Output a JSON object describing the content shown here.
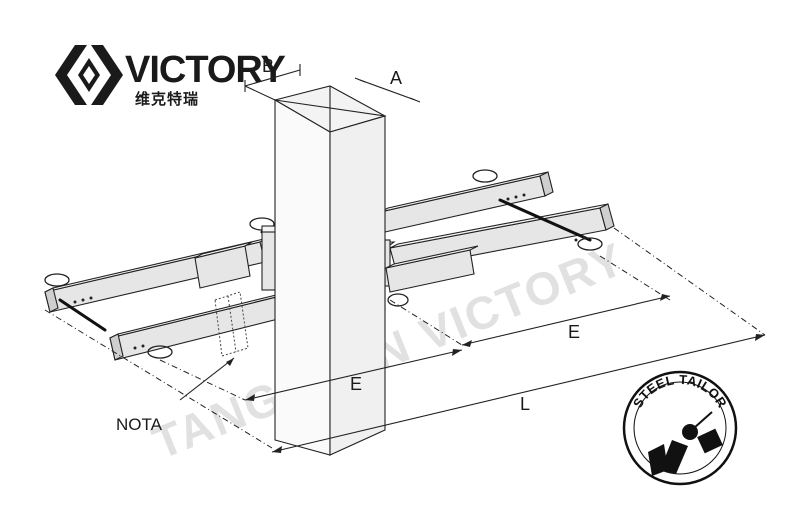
{
  "logo": {
    "brand": "VICTORY",
    "subtitle_cn": "维克特瑞"
  },
  "watermark": {
    "text": "TANGSHAN VICTORY"
  },
  "dimensions": {
    "a": "A",
    "b": "B",
    "e_left": "E",
    "e_right": "E",
    "l": "L"
  },
  "callout": {
    "nota": "NOTA"
  },
  "badge": {
    "text": "STEEL TAILOR"
  },
  "colors": {
    "line": "#222222",
    "fill_light": "#e6e6e6",
    "fill_top": "#f3f3f3",
    "fill_side": "#cfcfcf",
    "watermark": "#c9c9c9"
  }
}
